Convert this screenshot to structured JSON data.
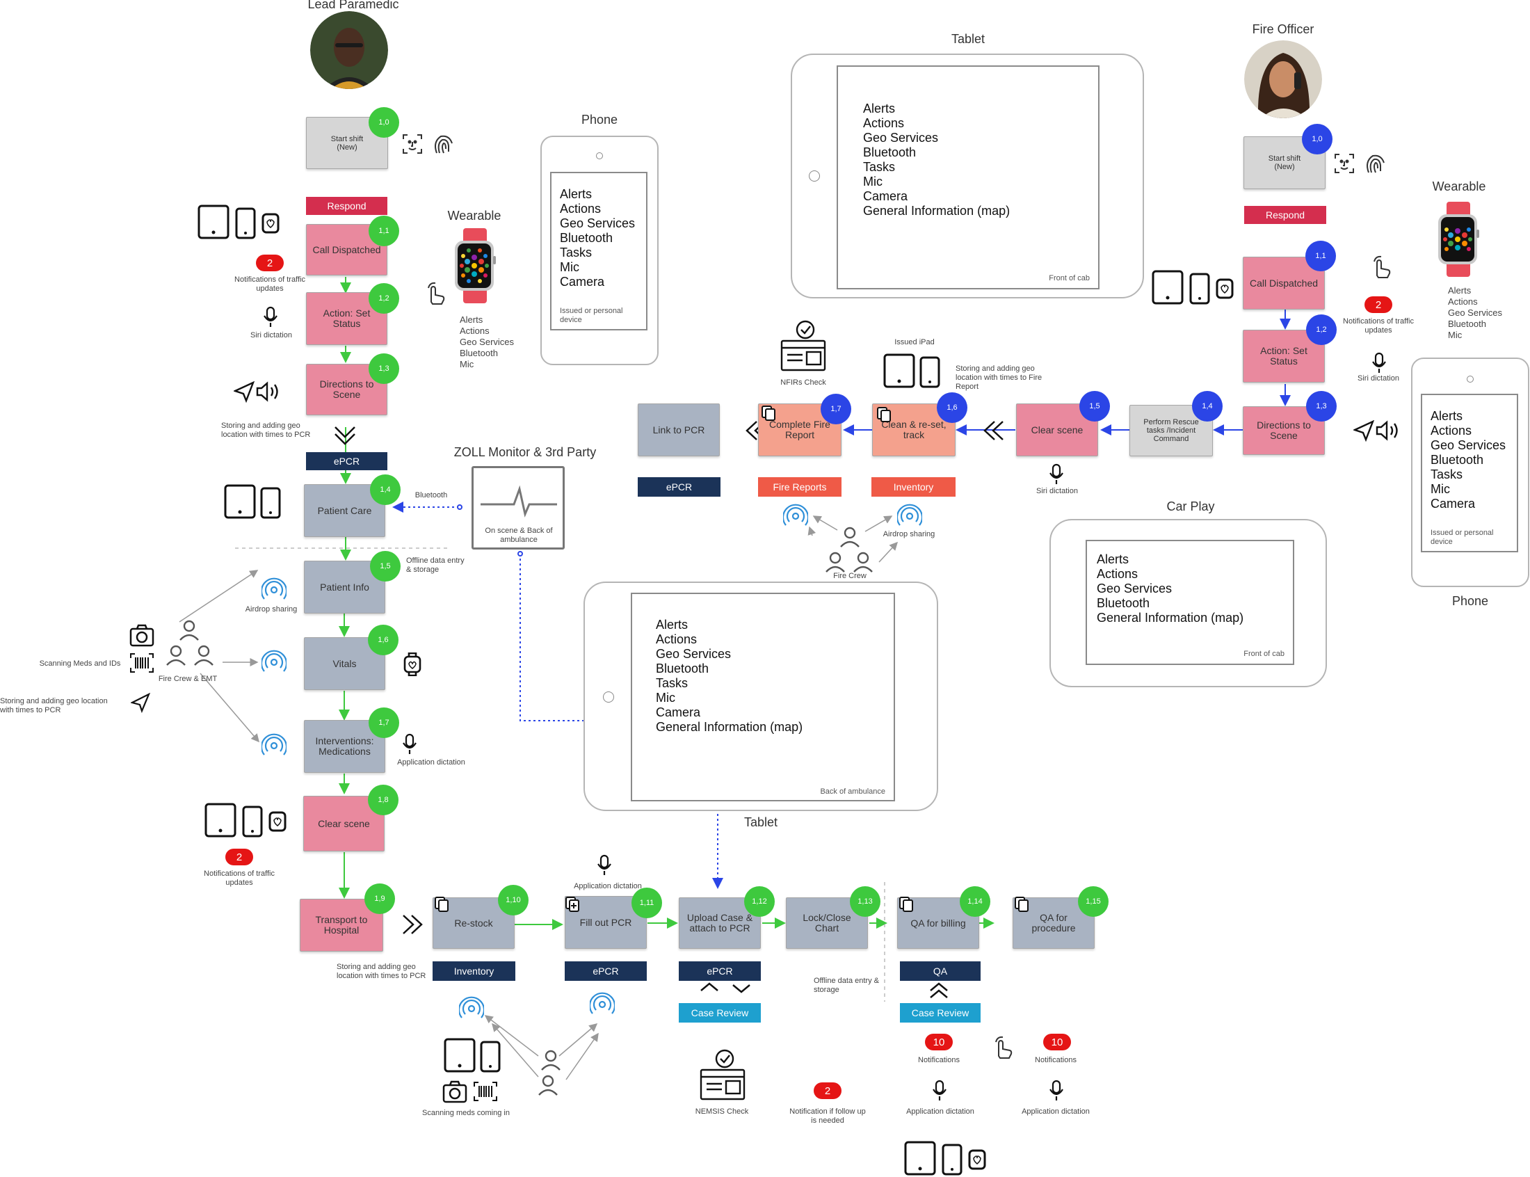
{
  "lead": {
    "title": "Lead Paramedic",
    "start": "Start shift\n(New)",
    "respond": "Respond",
    "b10": "1,0",
    "b11": "1,1",
    "b12": "1,2",
    "b13": "1,3",
    "b14": "1,4",
    "b15": "1,5",
    "b16": "1,6",
    "b17": "1,7",
    "b18": "1,8",
    "b19": "1,9",
    "call": "Call Dispatched",
    "action": "Action: Set Status",
    "directions": "Directions to Scene",
    "epcr": "ePCR",
    "care": "Patient Care",
    "info": "Patient Info",
    "vitals": "Vitals",
    "interventions": "Interventions: Medications",
    "clear": "Clear scene",
    "transport": "Transport to Hospital",
    "notif_count": "2",
    "notif_traffic": "Notifications of traffic updates",
    "siri": "Siri dictation",
    "geo": "Storing and adding geo location with times to PCR",
    "bluetooth": "Bluetooth",
    "offline": "Offline data entry & storage",
    "airdrop": "Airdrop sharing",
    "scanning": "Scanning Meds and IDs",
    "crew": "Fire Crew & EMT",
    "geo2": "Storing and adding geo location with times to PCR",
    "app_dict": "Application dictation",
    "notif_count2": "2",
    "notif_traffic2": "Notifications of traffic updates"
  },
  "wearable1": {
    "title": "Wearable",
    "items": [
      "Alerts",
      "Actions",
      "Geo Services",
      "Bluetooth",
      "Mic"
    ]
  },
  "phone1": {
    "title": "Phone",
    "items": [
      "Alerts",
      "Actions",
      "Geo Services",
      "Bluetooth",
      "Tasks",
      "Mic",
      "Camera"
    ],
    "caption": "Issued or personal device"
  },
  "zoll": {
    "title": "ZOLL Monitor & 3rd Party",
    "caption": "On scene & Back of ambulance"
  },
  "tablet_top": {
    "title": "Tablet",
    "items": [
      "Alerts",
      "Actions",
      "Geo Services",
      "Bluetooth",
      "Tasks",
      "Mic",
      "Camera",
      "General Information (map)"
    ],
    "caption": "Front of cab"
  },
  "tablet_mid": {
    "title": "Tablet",
    "items": [
      "Alerts",
      "Actions",
      "Geo Services",
      "Bluetooth",
      "Tasks",
      "Mic",
      "Camera",
      "General Information (map)"
    ],
    "caption": "Back of ambulance"
  },
  "fire": {
    "title": "Fire Officer",
    "start": "Start shift\n(New)",
    "respond": "Respond",
    "b10": "1,0",
    "b11": "1,1",
    "b12": "1,2",
    "b13": "1,3",
    "b14": "1,4",
    "b15": "1,5",
    "b16": "1,6",
    "b17": "1,7",
    "call": "Call Dispatched",
    "action": "Action: Set Status",
    "directions": "Directions to Scene",
    "rescue": "Perform Rescue tasks /Incident Command",
    "clear": "Clear scene",
    "clean": "Clean & re-set, track",
    "report": "Complete Fire Report",
    "link": "Link to PCR",
    "epcr": "ePCR",
    "fire_reports": "Fire Reports",
    "inventory": "Inventory",
    "nfirs": "NFIRs  Check",
    "issued_ipad": "Issued iPad",
    "geo": "Storing and adding geo location with times to Fire Report",
    "siri_clear": "Siri dictation",
    "airdrop": "Airdrop sharing",
    "crew": "Fire Crew",
    "notif_count": "2",
    "notif": "Notifications of traffic updates",
    "siri": "Siri dictation"
  },
  "wearable2": {
    "title": "Wearable",
    "items": [
      "Alerts",
      "Actions",
      "Geo Services",
      "Bluetooth",
      "Mic"
    ]
  },
  "phone2": {
    "title": "Phone",
    "items": [
      "Alerts",
      "Actions",
      "Geo Services",
      "Bluetooth",
      "Tasks",
      "Mic",
      "Camera"
    ],
    "caption": "Issued or personal device"
  },
  "carplay": {
    "title": "Car Play",
    "items": [
      "Alerts",
      "Actions",
      "Geo Services",
      "Bluetooth",
      "General Information (map)"
    ],
    "caption": "Front of cab"
  },
  "bottom": {
    "b110": "1,10",
    "b111": "1,11",
    "b112": "1,12",
    "b113": "1,13",
    "b114": "1,14",
    "b115": "1,15",
    "restock": "Re-stock",
    "fill": "Fill out PCR",
    "upload": "Upload Case & attach to PCR",
    "lock": "Lock/Close Chart",
    "qa_billing": "QA for billing",
    "qa_proc": "QA for procedure",
    "inventory": "Inventory",
    "epcr1": "ePCR",
    "epcr2": "ePCR",
    "qa": "QA",
    "case1": "Case Review",
    "case2": "Case Review",
    "geo": "Storing and adding geo location with times to PCR",
    "app_dict_top": "Application dictation",
    "offline": "Offline data entry & storage",
    "scanning": "Scanning meds coming in",
    "nemsis": "NEMSIS  Check",
    "followup_count": "2",
    "followup": "Notification if follow up is needed",
    "notif1_count": "10",
    "notif1": "Notifications",
    "notif2_count": "10",
    "notif2": "Notifications",
    "dict1": "Application dictation",
    "dict2": "Application dictation"
  }
}
